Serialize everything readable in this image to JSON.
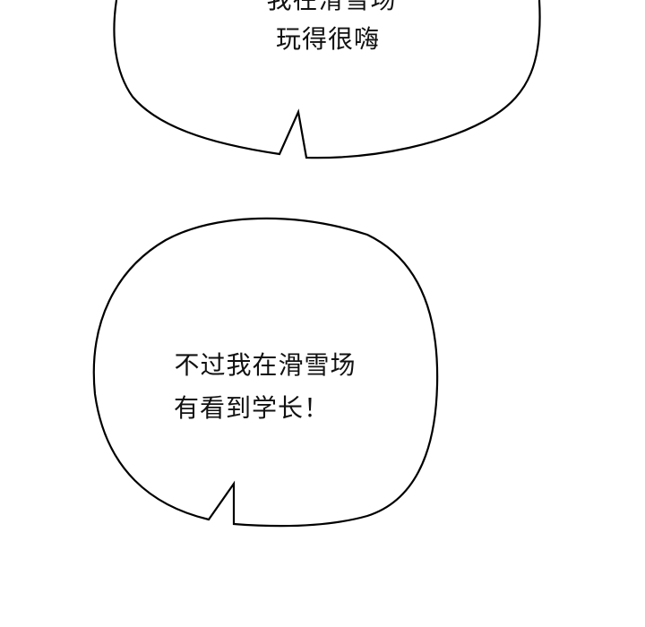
{
  "bubbles": [
    {
      "lines": [
        "我在滑雪场",
        "玩得很嗨"
      ]
    },
    {
      "lines": [
        "不过我在滑雪场",
        "有看到学长！"
      ]
    }
  ],
  "colors": {
    "background": "#ffffff",
    "ink": "#000000"
  }
}
